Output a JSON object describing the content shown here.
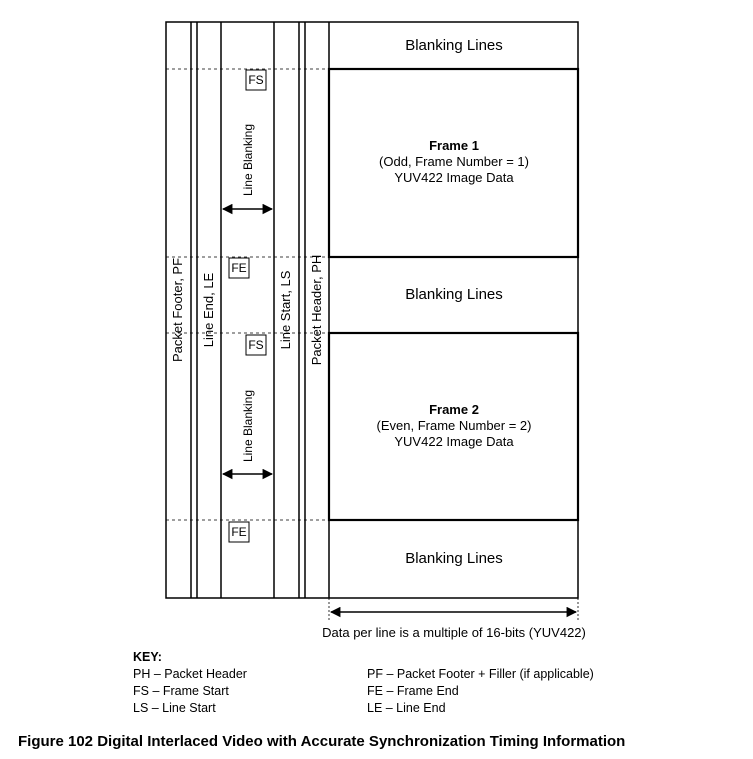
{
  "diagram": {
    "columns": {
      "packet_footer": "Packet Footer, PF",
      "line_end": "Line End, LE",
      "line_start": "Line Start, LS",
      "packet_header": "Packet Header, PH"
    },
    "line_blanking_label": "Line Blanking",
    "markers": {
      "fs": "FS",
      "fe": "FE"
    },
    "blanking_label": "Blanking Lines",
    "frame1": {
      "title": "Frame 1",
      "subtitle": "(Odd, Frame Number = 1)",
      "data": "YUV422 Image Data"
    },
    "frame2": {
      "title": "Frame 2",
      "subtitle": "(Even, Frame Number = 2)",
      "data": "YUV422 Image Data"
    },
    "data_per_line": "Data per line is a multiple of 16-bits (YUV422)"
  },
  "key": {
    "title": "KEY:",
    "left": [
      "PH – Packet Header",
      "FS – Frame Start",
      "LS – Line Start"
    ],
    "right": [
      "PF – Packet Footer + Filler (if applicable)",
      "FE – Frame End",
      "LE – Line End"
    ]
  },
  "caption": "Figure 102 Digital Interlaced Video with Accurate Synchronization Timing Information"
}
